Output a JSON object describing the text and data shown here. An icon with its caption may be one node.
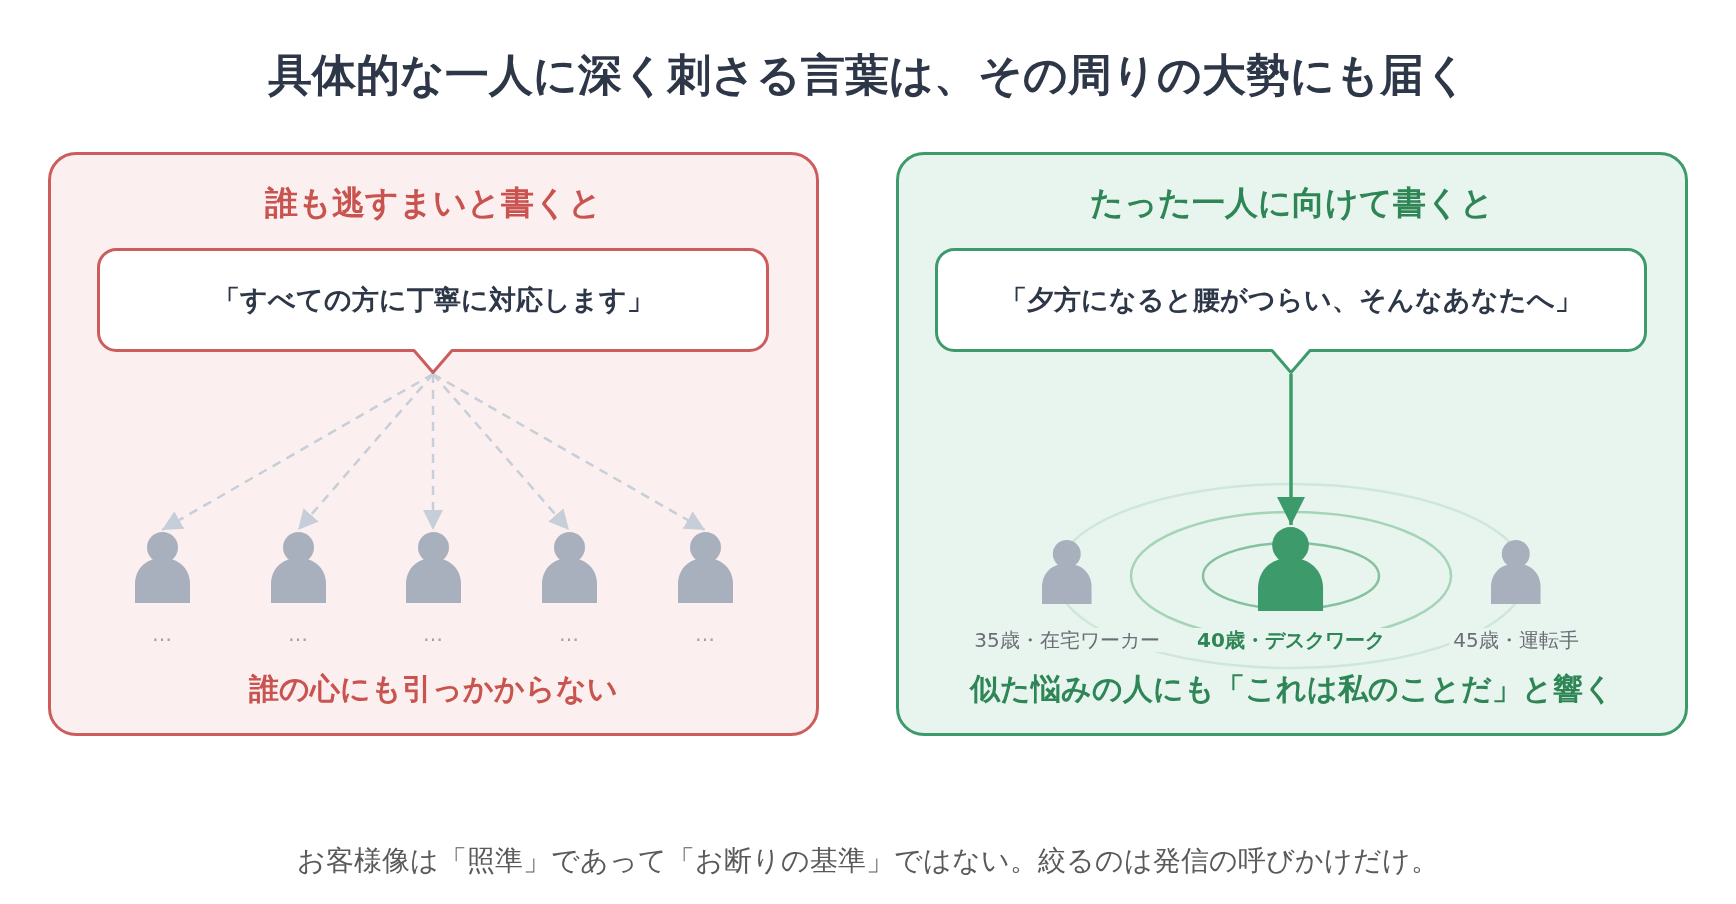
{
  "diagram": {
    "title": "具体的な一人に深く刺さる言葉は、その周りの大勢にも届く",
    "caption": "お客様像は「照準」であって「お断りの基準」ではない。絞るのは発信の呼びかけだけ。",
    "nodes": [
      {
        "text": [
          "誰も逃すまいと書くと",
          "誰の心にも引っかからない"
        ]
      },
      {
        "text": [
          "「すべての方に丁寧に対応します」"
        ],
        "in": 0
      },
      {
        "text": [],
        "shape": "person",
        "beside": [
          "…"
        ],
        "in": 0
      },
      {
        "text": [],
        "shape": "person",
        "beside": [
          "…"
        ],
        "in": 0
      },
      {
        "text": [],
        "shape": "person",
        "beside": [
          "…"
        ],
        "in": 0
      },
      {
        "text": [],
        "shape": "person",
        "beside": [
          "…"
        ],
        "in": 0
      },
      {
        "text": [],
        "shape": "person",
        "beside": [
          "…"
        ],
        "in": 0
      },
      {
        "text": [
          "たった一人に向けて書くと",
          "似た悩みの人にも「これは私のことだ」と響く"
        ]
      },
      {
        "text": [
          "「夕方になると腰がつらい、そんなあなたへ」"
        ],
        "in": 7
      },
      {
        "text": [],
        "shape": "person",
        "beside": [
          "35歳・在宅ワーカー"
        ],
        "in": 7
      },
      {
        "text": [],
        "shape": "person",
        "beside": [
          "40歳・デスクワーク"
        ],
        "in": 7
      },
      {
        "text": [],
        "shape": "person",
        "beside": [
          "45歳・運転手"
        ],
        "in": 7
      }
    ],
    "edges": [
      {
        "from": 1,
        "to": 2,
        "arrow": "to",
        "style": "dashed"
      },
      {
        "from": 1,
        "to": 3,
        "arrow": "to",
        "style": "dashed"
      },
      {
        "from": 1,
        "to": 4,
        "arrow": "to",
        "style": "dashed"
      },
      {
        "from": 1,
        "to": 5,
        "arrow": "to",
        "style": "dashed"
      },
      {
        "from": 1,
        "to": 6,
        "arrow": "to",
        "style": "dashed"
      },
      {
        "from": 8,
        "to": 10,
        "arrow": "to",
        "color": "#3d9a6b"
      }
    ]
  }
}
